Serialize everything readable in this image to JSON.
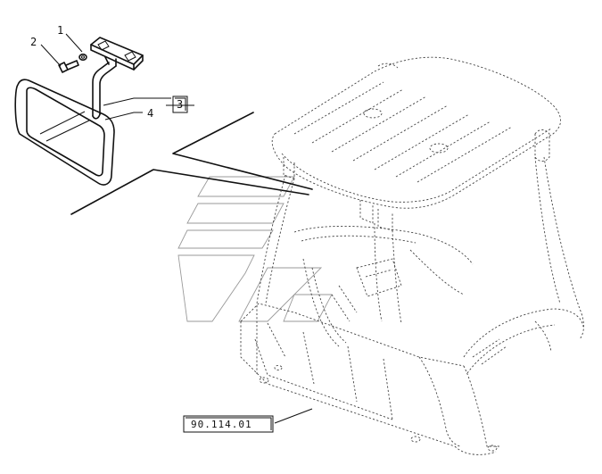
{
  "callouts": {
    "item_1": "1",
    "item_2": "2",
    "item_3": "3",
    "item_4": "4"
  },
  "reference_label": "90.114.01",
  "colors": {
    "line": "#111111",
    "hidden_line": "#444444",
    "watermark": "#9a9a9a",
    "background": "#ffffff"
  }
}
